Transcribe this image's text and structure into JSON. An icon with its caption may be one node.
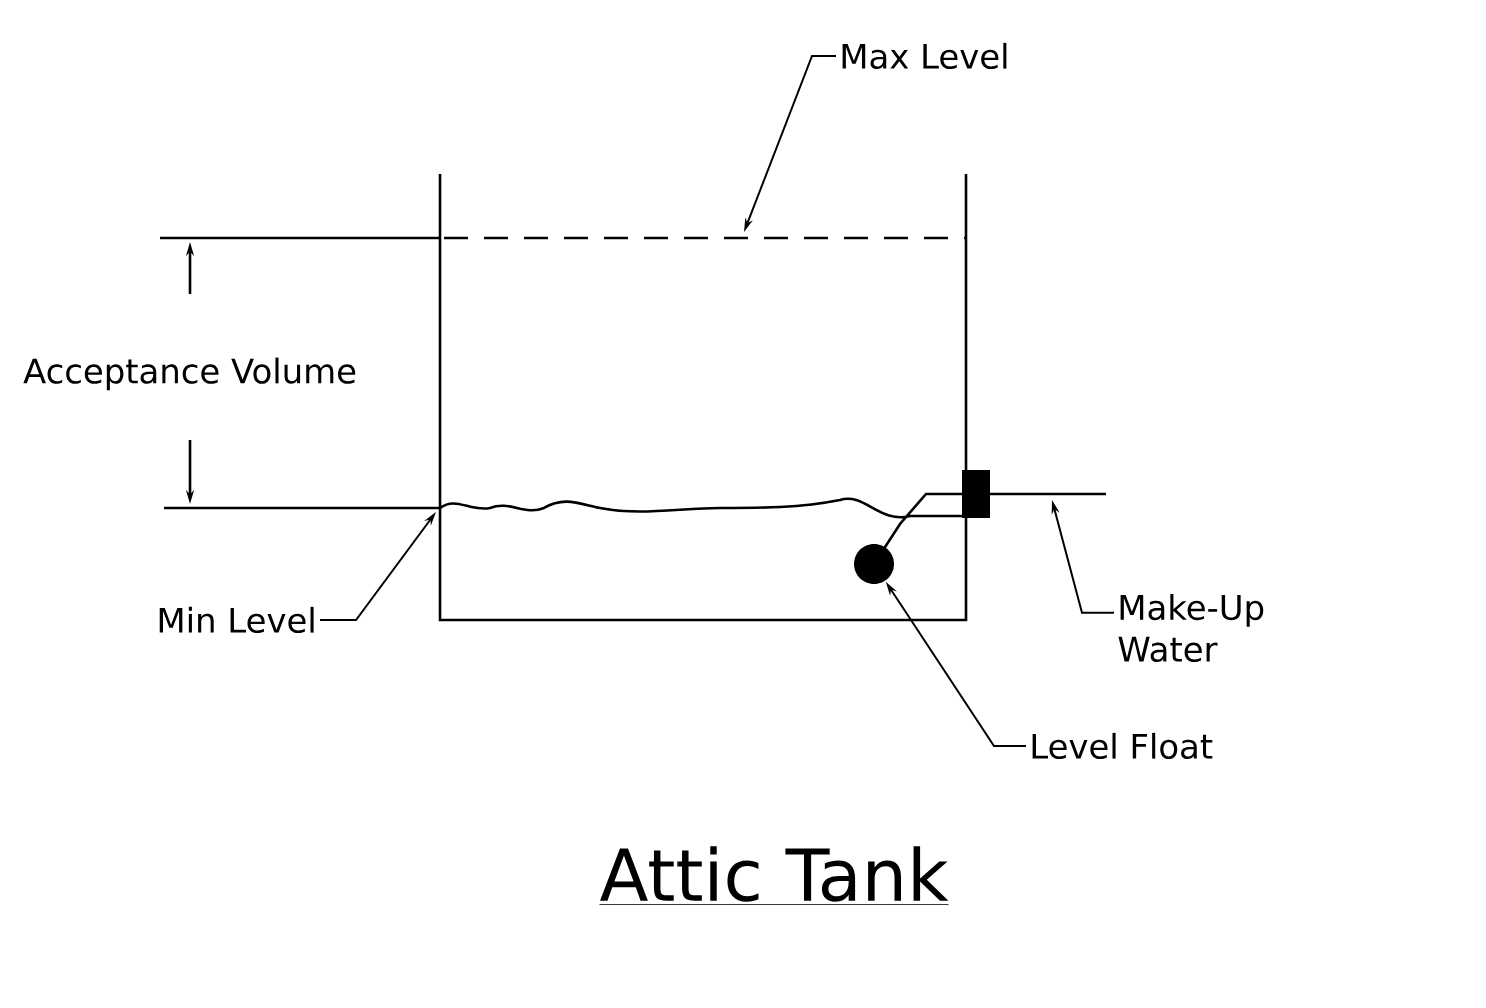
{
  "diagram": {
    "title": "Attic Tank",
    "nodes": [
      {
        "text": [
          "Max Level"
        ]
      },
      {
        "text": [
          "Min Level"
        ]
      },
      {
        "text": [
          "Make-Up Water"
        ]
      },
      {
        "text": [
          "Level Float"
        ]
      },
      {
        "text": [],
        "shape": "circle"
      }
    ],
    "edges": [
      {
        "from": 0,
        "to": null,
        "arrow": "to"
      },
      {
        "from": 1,
        "to": null,
        "arrow": "to"
      },
      {
        "from": 2,
        "to": null,
        "arrow": "to"
      },
      {
        "from": 3,
        "to": 4,
        "arrow": "to"
      }
    ],
    "labels": [
      "Acceptance Volume"
    ]
  }
}
